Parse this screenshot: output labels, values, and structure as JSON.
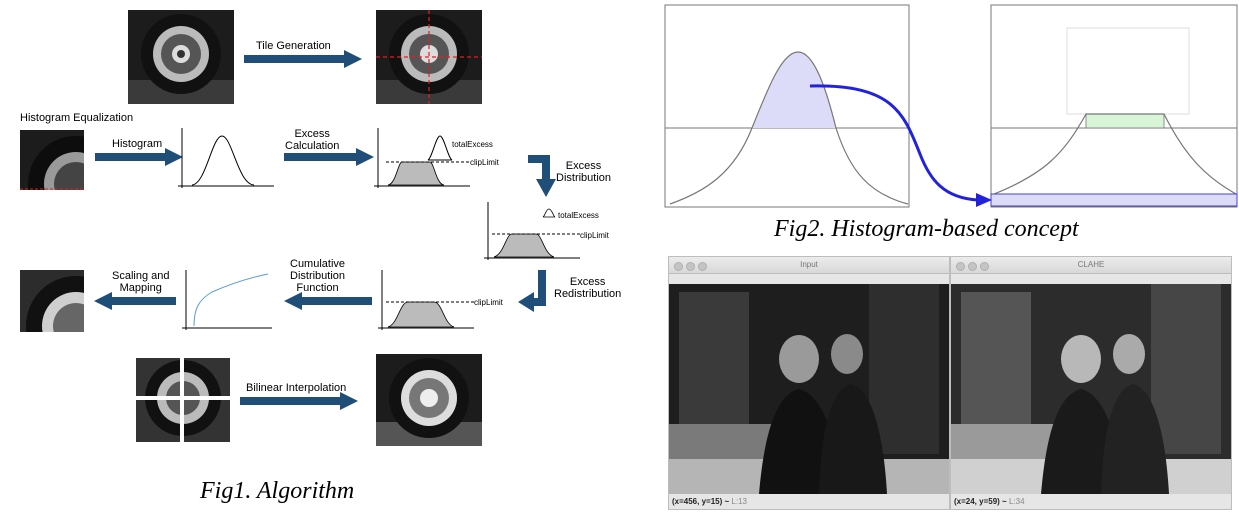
{
  "fig1": {
    "caption": "Fig1. Algorithm",
    "labels": {
      "tile_generation": "Tile Generation",
      "histogram_equalization": "Histogram Equalization",
      "histogram": "Histogram",
      "excess_calculation": "Excess\nCalculation",
      "excess_distribution": "Excess\nDistribution",
      "excess_redistribution": "Excess\nRedistribution",
      "cdf": "Cumulative\nDistribution\nFunction",
      "scaling_mapping": "Scaling and\nMapping",
      "bilinear_interpolation": "Bilinear Interpolation",
      "total_excess": "totalExcess",
      "clip_limit": "clipLimit"
    }
  },
  "fig2": {
    "caption": "Fig2. Histogram-based concept"
  },
  "screenshot": {
    "windows": [
      {
        "title": "Input",
        "status_coords": "(x=456, y=15) ~",
        "status_value": "L:13"
      },
      {
        "title": "CLAHE",
        "status_coords": "(x=24, y=59) ~",
        "status_value": "L:34"
      }
    ]
  },
  "colors": {
    "arrow_blue": "#1f4e79",
    "highlight_blue": "#2222dd",
    "fill_lavender": "#dcdcf8",
    "fill_green": "#d8f5d8"
  }
}
